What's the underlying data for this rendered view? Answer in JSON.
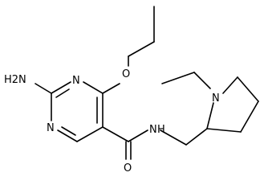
{
  "structure": {
    "atom_labels": {
      "amine": "H2N",
      "ring_n_upper": "N",
      "ring_n_lower": "N",
      "ether_o": "O",
      "carbonyl_o": "O",
      "amide_n": "N",
      "amide_h": "H",
      "pyrrolidine_n": "N"
    }
  },
  "colors": {
    "bond": "#000000",
    "label": "#000000",
    "background": "#ffffff"
  }
}
